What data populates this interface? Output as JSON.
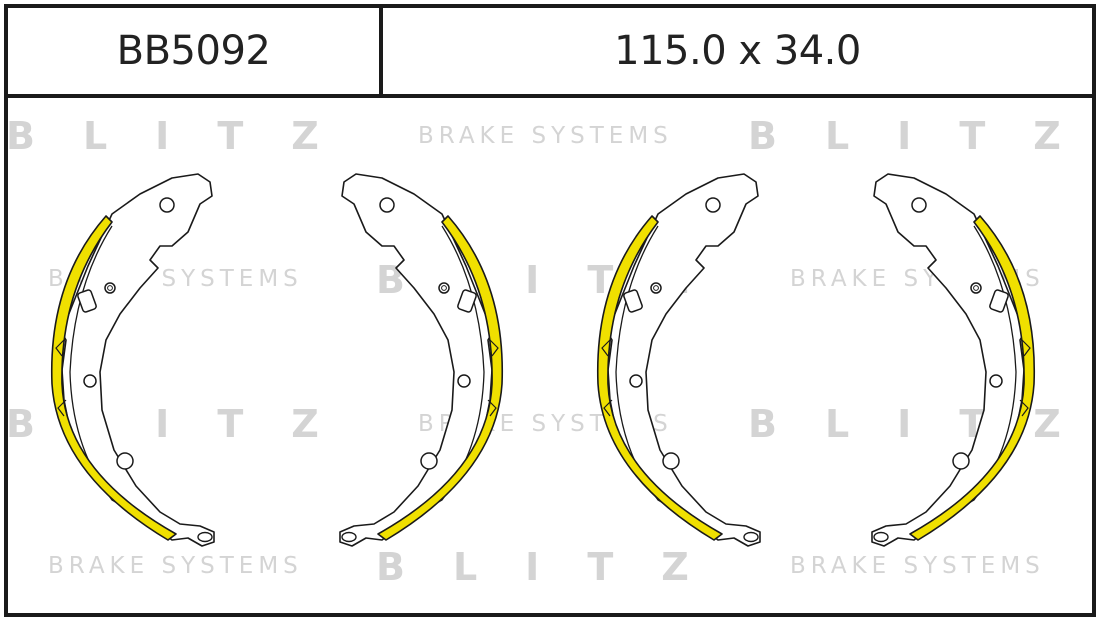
{
  "header": {
    "part_code": "BB5092",
    "dimensions": "115.0 x 34.0"
  },
  "watermark": {
    "brand": "BLITZ",
    "tagline": "BRAKE SYSTEMS",
    "color": "#d4d4d4"
  },
  "colors": {
    "lining": "#f0e000",
    "outline": "#1a1a1a",
    "shoe_fill": "#ffffff"
  },
  "shoes": [
    {
      "name": "brake-shoe-1",
      "orientation": "left"
    },
    {
      "name": "brake-shoe-2",
      "orientation": "right"
    },
    {
      "name": "brake-shoe-3",
      "orientation": "left"
    },
    {
      "name": "brake-shoe-4",
      "orientation": "right"
    }
  ]
}
